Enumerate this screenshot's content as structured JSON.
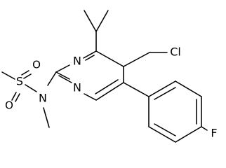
{
  "diagram": {
    "colors": {
      "bond": "#000000",
      "text": "#000000",
      "background": "#ffffff"
    },
    "atoms": {
      "chlorine": "Cl",
      "sulfur": "S",
      "oxygen_top": "O",
      "oxygen_bottom": "O",
      "sulfonamide_nitrogen": "N",
      "ring_nitrogen_upper": "N",
      "ring_nitrogen_lower": "N",
      "fluorine": "F"
    }
  }
}
